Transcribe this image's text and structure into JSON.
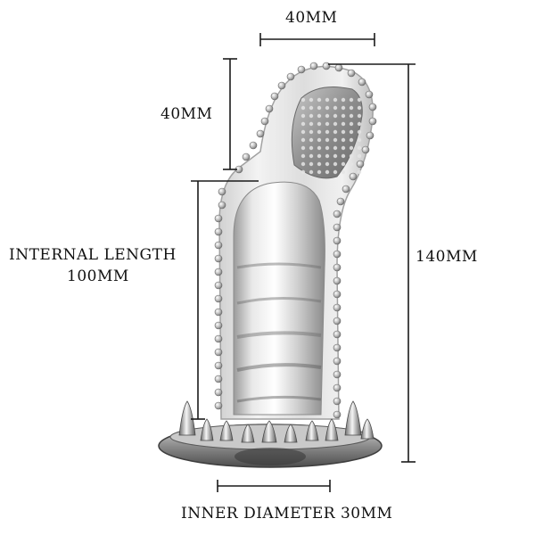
{
  "dimensions": {
    "top_width": "40MM",
    "tip_length": "40MM",
    "internal_length_title": "INTERNAL LENGTH",
    "internal_length_value": "100MM",
    "total_length": "140MM",
    "inner_diameter": "INNER DIAMETER 30MM"
  },
  "colors": {
    "line": "#1a1a1a",
    "material_light": "#e9e9e9",
    "material_mid": "#b9b9b9",
    "material_dark": "#5a5a5a"
  }
}
